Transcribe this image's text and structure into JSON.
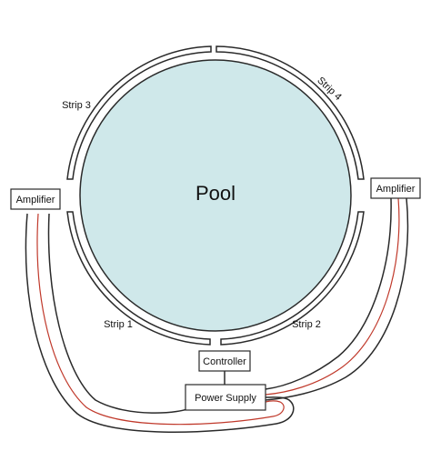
{
  "pool": {
    "label": "Pool",
    "fill_color": "#cfe8ea"
  },
  "strips": {
    "strip1": "Strip 1",
    "strip2": "Strip 2",
    "strip3": "Strip 3",
    "strip4": "Strip 4"
  },
  "components": {
    "amplifier_left": "Amplifier",
    "amplifier_right": "Amplifier",
    "controller": "Controller",
    "power_supply": "Power Supply"
  },
  "colors": {
    "outline": "#2a2a2a",
    "red_wire": "#c0392b",
    "background": "#ffffff"
  }
}
